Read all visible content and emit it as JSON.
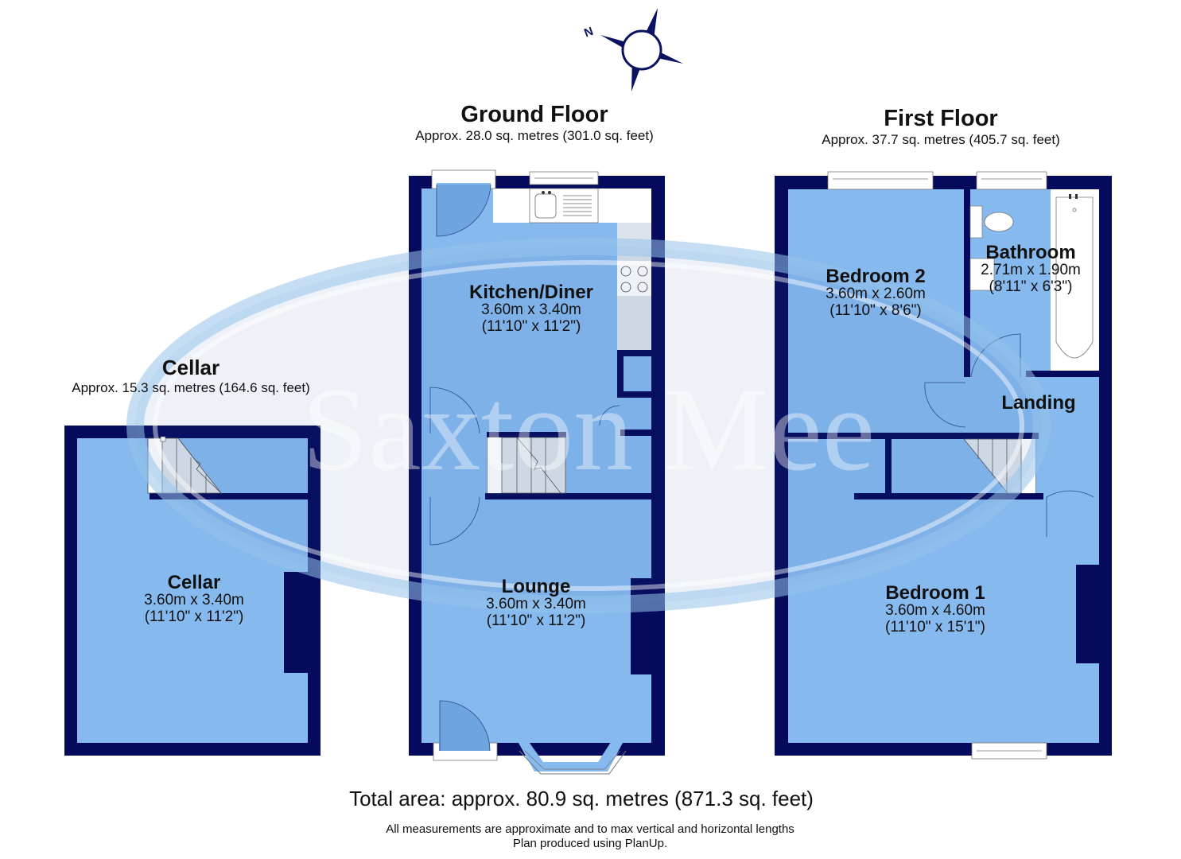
{
  "colors": {
    "wall": "#050A5C",
    "room_fill": "#86B9EE",
    "room_fill_dark": "#6FA5DE",
    "fixture_fill": "#DDE3EA",
    "watermark_text": "#FFFFFF",
    "compass": "#0B1260"
  },
  "watermark": {
    "text": "Saxton Mee"
  },
  "compass": {
    "label": "N",
    "icon": "compass-rose-icon"
  },
  "floors": {
    "cellar": {
      "title": "Cellar",
      "area": "Approx. 15.3 sq. metres (164.6 sq. feet)",
      "rooms": [
        {
          "name": "Cellar",
          "metric": "3.60m x 3.40m",
          "imperial": "(11'10\" x 11'2\")"
        }
      ]
    },
    "ground": {
      "title": "Ground Floor",
      "area": "Approx. 28.0 sq. metres (301.0 sq. feet)",
      "rooms": [
        {
          "name": "Kitchen/Diner",
          "metric": "3.60m x 3.40m",
          "imperial": "(11'10\" x 11'2\")"
        },
        {
          "name": "Lounge",
          "metric": "3.60m x 3.40m",
          "imperial": "(11'10\" x 11'2\")"
        }
      ]
    },
    "first": {
      "title": "First Floor",
      "area": "Approx. 37.7 sq. metres (405.7 sq. feet)",
      "rooms": [
        {
          "name": "Bedroom 2",
          "metric": "3.60m x 2.60m",
          "imperial": "(11'10\" x 8'6\")"
        },
        {
          "name": "Bathroom",
          "metric": "2.71m x 1.90m",
          "imperial": "(8'11\" x 6'3\")"
        },
        {
          "name": "Landing"
        },
        {
          "name": "Bedroom 1",
          "metric": "3.60m x 4.60m",
          "imperial": "(11'10\" x 15'1\")"
        }
      ]
    }
  },
  "footer": {
    "total": "Total area: approx. 80.9 sq. metres (871.3 sq. feet)",
    "note_line1": "All measurements are approximate and to max vertical and horizontal lengths",
    "note_line2": "Plan produced using PlanUp."
  }
}
